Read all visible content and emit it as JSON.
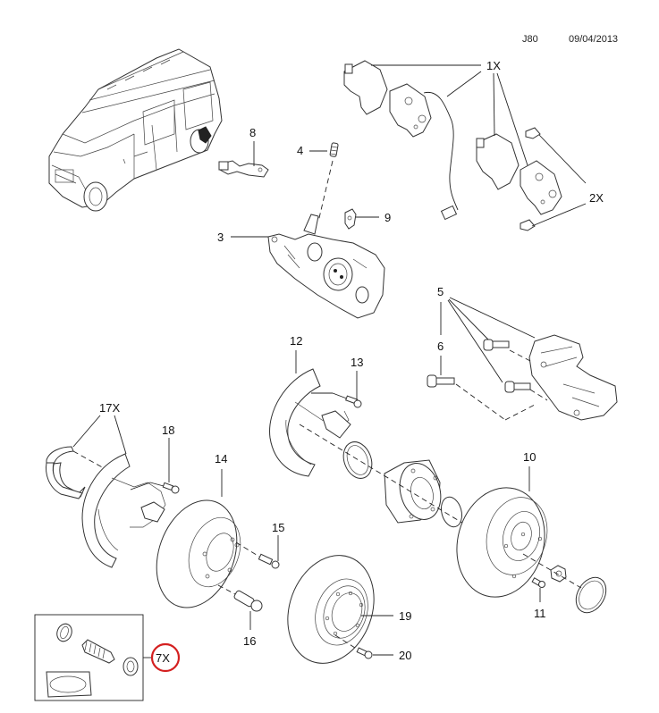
{
  "header": {
    "code": "J80",
    "date": "09/04/2013"
  },
  "callouts": {
    "c1": "1X",
    "c2": "2X",
    "c3": "3",
    "c4": "4",
    "c5": "5",
    "c6": "6",
    "c7": "7X",
    "c8": "8",
    "c9": "9",
    "c10": "10",
    "c11": "11",
    "c12": "12",
    "c13": "13",
    "c14": "14",
    "c15": "15",
    "c16": "16",
    "c17": "17X",
    "c18": "18",
    "c19": "19",
    "c20": "20"
  },
  "highlight": {
    "callout": "7X",
    "color": "#d42020"
  }
}
